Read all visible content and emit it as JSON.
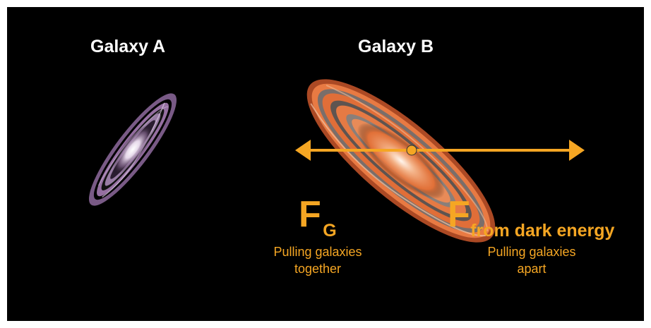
{
  "galaxy_a": {
    "title": "Galaxy A"
  },
  "galaxy_b": {
    "title": "Galaxy B"
  },
  "gravity_force": {
    "symbol": "F",
    "subscript": "G",
    "description": "Pulling galaxies together"
  },
  "dark_energy_force": {
    "symbol": "F",
    "subscript": "from dark energy",
    "description": "Pulling galaxies apart"
  },
  "colors": {
    "background": "#000000",
    "arrow": "#f5a623",
    "text_title": "#ffffff",
    "galaxy_a": "#9b6fa8",
    "galaxy_b": "#e8743b"
  }
}
